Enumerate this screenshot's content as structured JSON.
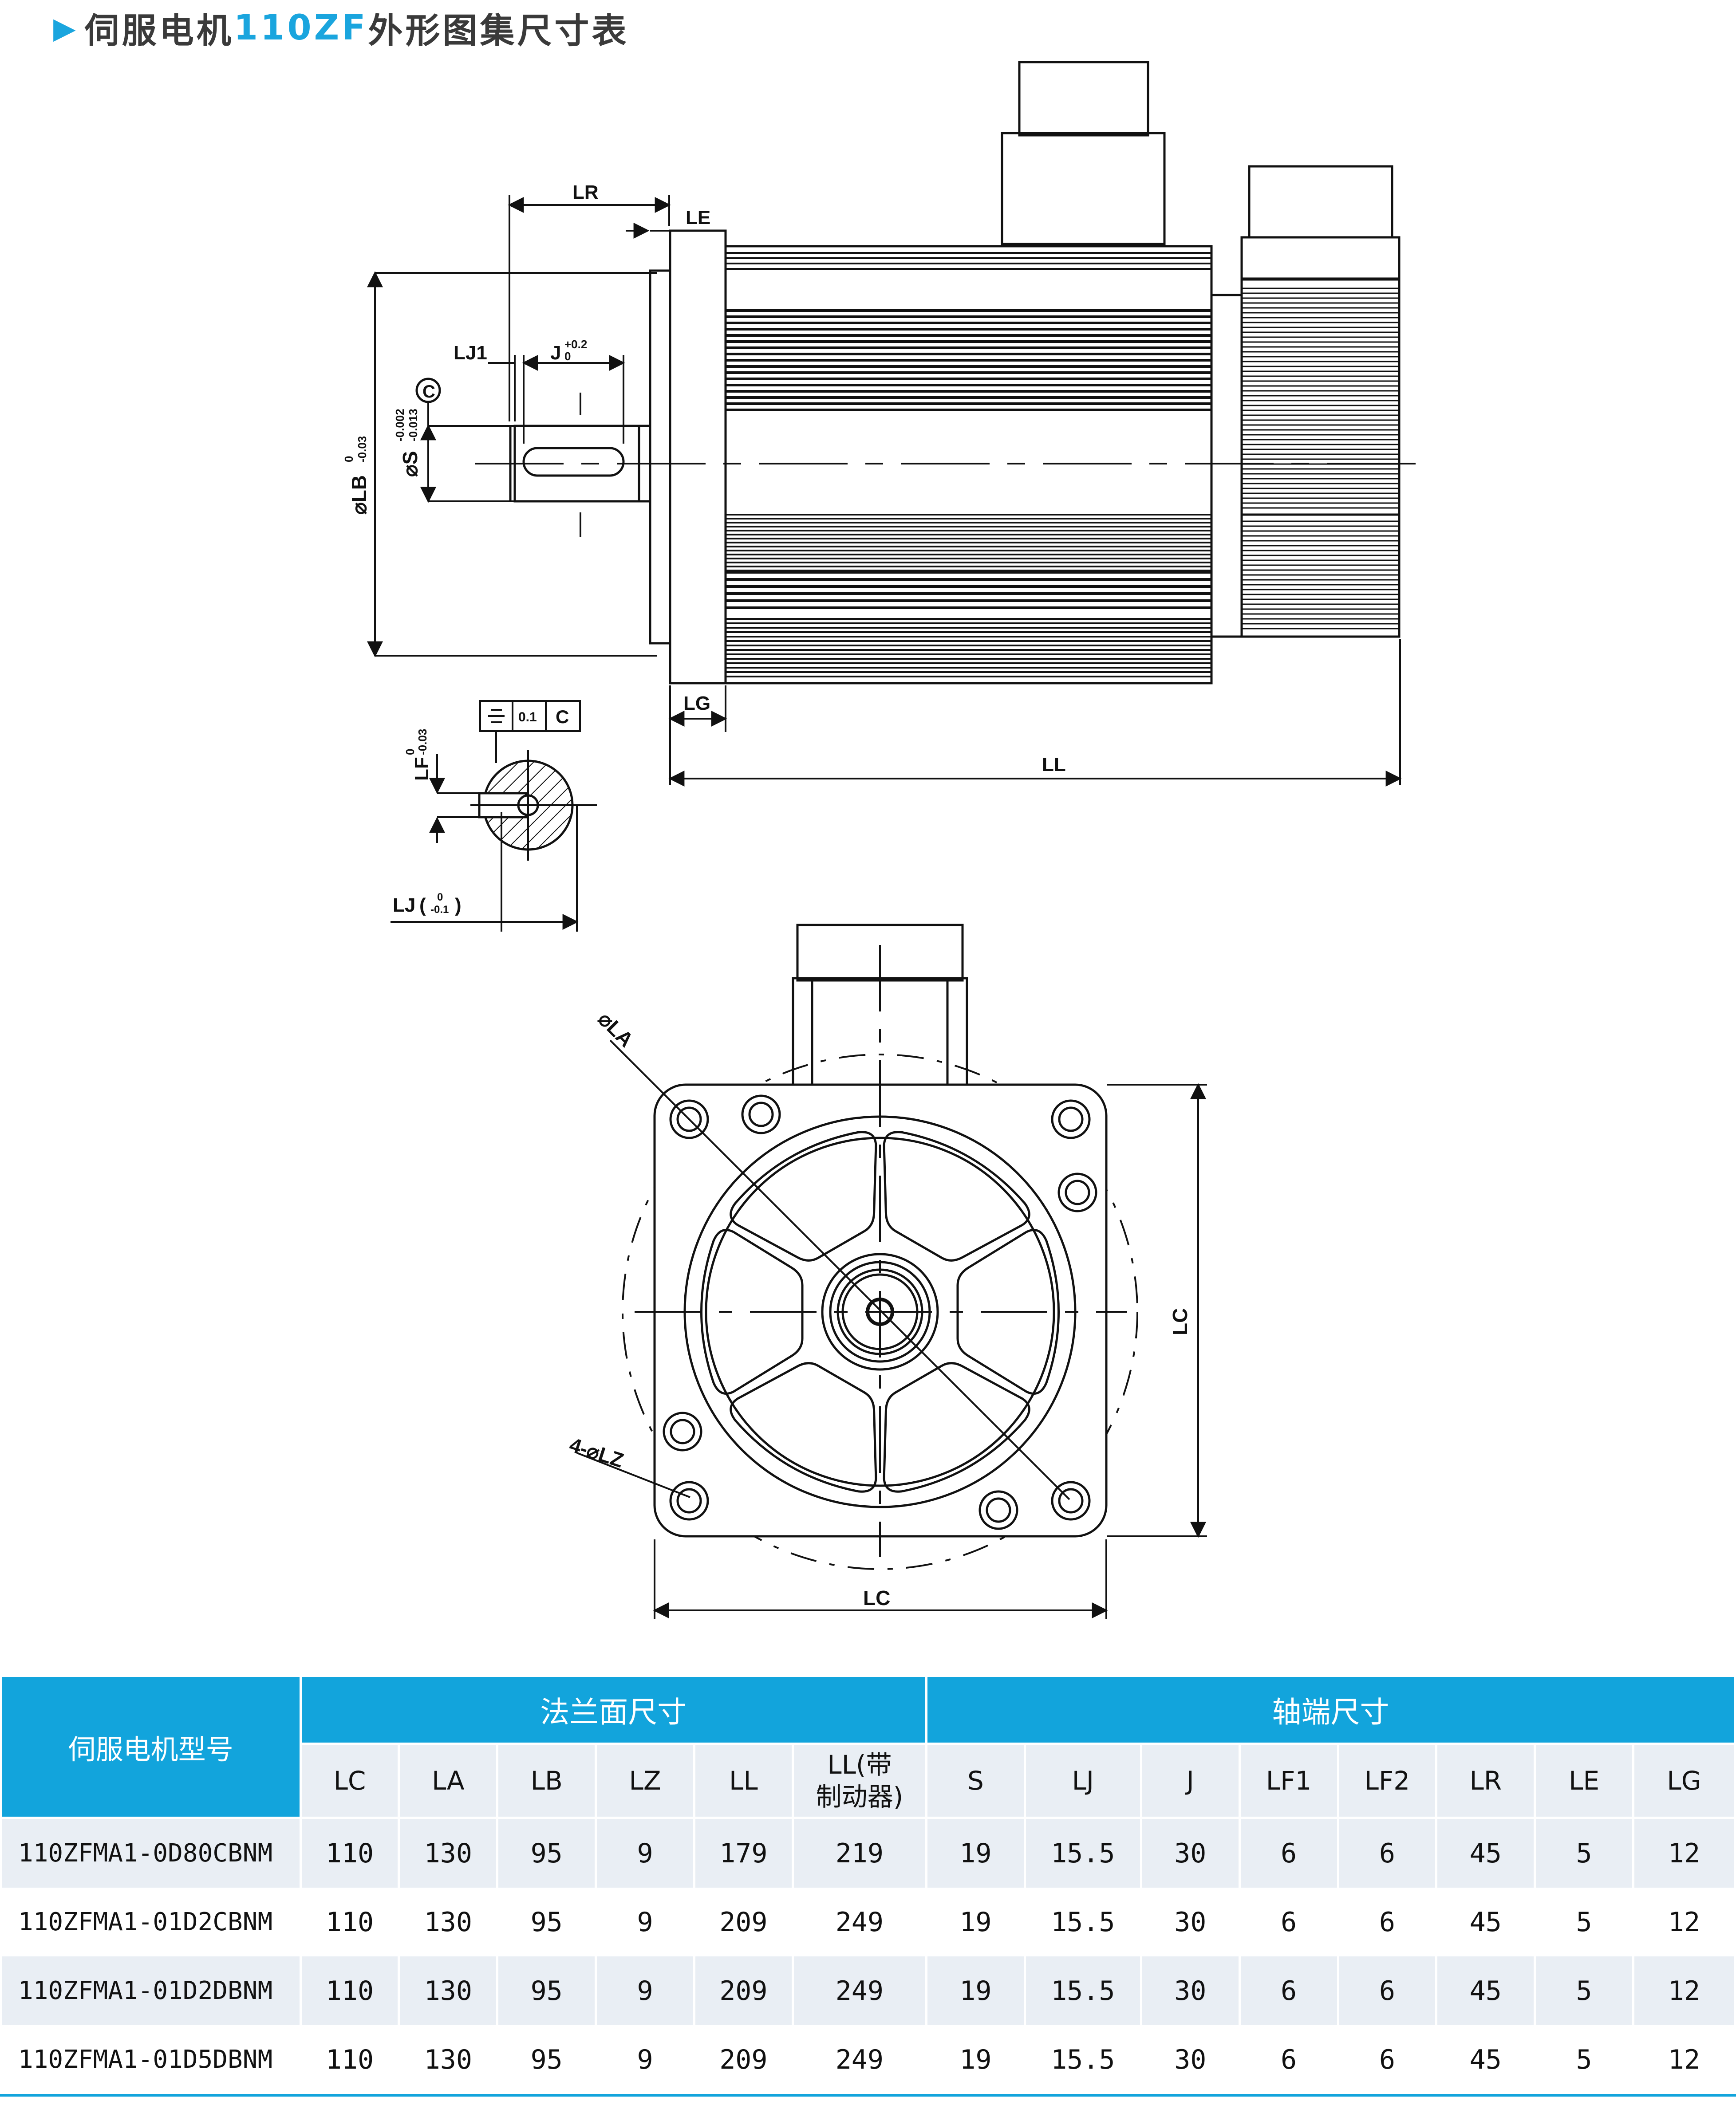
{
  "title": {
    "prefix": "伺服电机",
    "model": "110ZF",
    "suffix": "外形图集尺寸表"
  },
  "colors": {
    "accent": "#1aa5de",
    "header_bg": "#12a4dc",
    "row_alt_bg": "#e9eef4"
  },
  "drawing_labels": {
    "lr": "LR",
    "le": "LE",
    "lj1": "LJ1",
    "j": "J",
    "j_tol_upper": "+0.2",
    "j_tol_lower": "0",
    "datum": "C",
    "lb": "⌀LB",
    "lb_tol_upper": "0",
    "lb_tol_lower": "-0.03",
    "s": "⌀S",
    "s_tol_upper": "-0.002",
    "s_tol_lower": "-0.013",
    "lg": "LG",
    "ll": "LL",
    "lf": "LF",
    "lf_tol_upper": "0",
    "lf_tol_lower": "-0.03",
    "sym_value": "0.1",
    "sym_datum": "C",
    "lj_section": "LJ",
    "lj_tol_upper": "0",
    "lj_tol_lower": "-0.1",
    "la": "⌀LA",
    "lz": "4-⌀LZ",
    "lc_side": "LC",
    "lc_bottom": "LC"
  },
  "table": {
    "model_header": "伺服电机型号",
    "group_flange": "法兰面尺寸",
    "group_shaft": "轴端尺寸",
    "flange_columns": [
      "LC",
      "LA",
      "LB",
      "LZ",
      "LL"
    ],
    "ll_brake_line1": "LL(带",
    "ll_brake_line2": "制动器)",
    "shaft_columns": [
      "S",
      "LJ",
      "J",
      "LF1",
      "LF2",
      "LR",
      "LE",
      "LG"
    ],
    "rows": [
      {
        "model": "110ZFMA1-0D80CBNM",
        "values": [
          "110",
          "130",
          "95",
          "9",
          "179",
          "219",
          "19",
          "15.5",
          "30",
          "6",
          "6",
          "45",
          "5",
          "12"
        ]
      },
      {
        "model": "110ZFMA1-01D2CBNM",
        "values": [
          "110",
          "130",
          "95",
          "9",
          "209",
          "249",
          "19",
          "15.5",
          "30",
          "6",
          "6",
          "45",
          "5",
          "12"
        ]
      },
      {
        "model": "110ZFMA1-01D2DBNM",
        "values": [
          "110",
          "130",
          "95",
          "9",
          "209",
          "249",
          "19",
          "15.5",
          "30",
          "6",
          "6",
          "45",
          "5",
          "12"
        ]
      },
      {
        "model": "110ZFMA1-01D5DBNM",
        "values": [
          "110",
          "130",
          "95",
          "9",
          "209",
          "249",
          "19",
          "15.5",
          "30",
          "6",
          "6",
          "45",
          "5",
          "12"
        ]
      }
    ]
  }
}
